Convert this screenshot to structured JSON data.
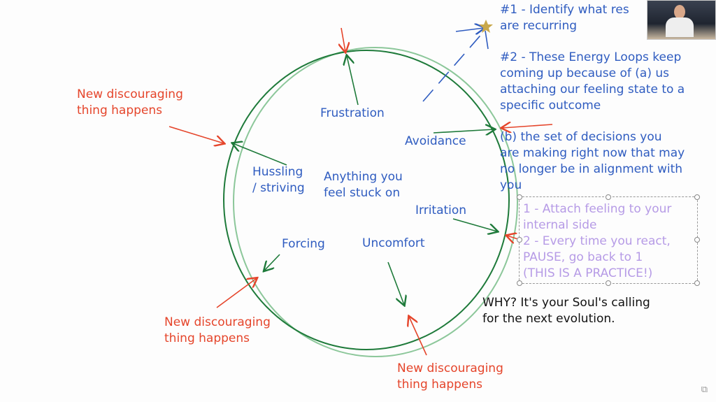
{
  "center_label": "Anything you\nfeel stuck on",
  "loop_labels": {
    "frustration": "Frustration",
    "avoidance": "Avoidance",
    "hussling": "Hussling\n/ striving",
    "irritation": "Irritation",
    "forcing": "Forcing",
    "uncomfort": "Uncomfort"
  },
  "discouraging": [
    "New discouraging\nthing happens",
    "New discouraging\nthing happens",
    "New discouraging\nthing happens"
  ],
  "notes": {
    "step1": "#1 - Identify what res\nare recurring",
    "step2": "#2 - These Energy Loops keep\ncoming up because of (a) us\nattaching our feeling state to a\nspecific outcome",
    "step2b": "(b) the set of decisions you\nare making right now that may\nno longer be in alignment with\nyou",
    "practice": "1 - Attach feeling to your\ninternal side\n2 - Every time you react,\nPAUSE, go back to 1\n(THIS IS A PRACTICE!)",
    "why": "WHY? It's your Soul's calling\nfor the next evolution."
  },
  "colors": {
    "blue": "#2f5cc0",
    "red": "#e5452b",
    "green_dark": "#1e7a3a",
    "green_light": "#8cc79a",
    "star": "#c9a84a"
  }
}
